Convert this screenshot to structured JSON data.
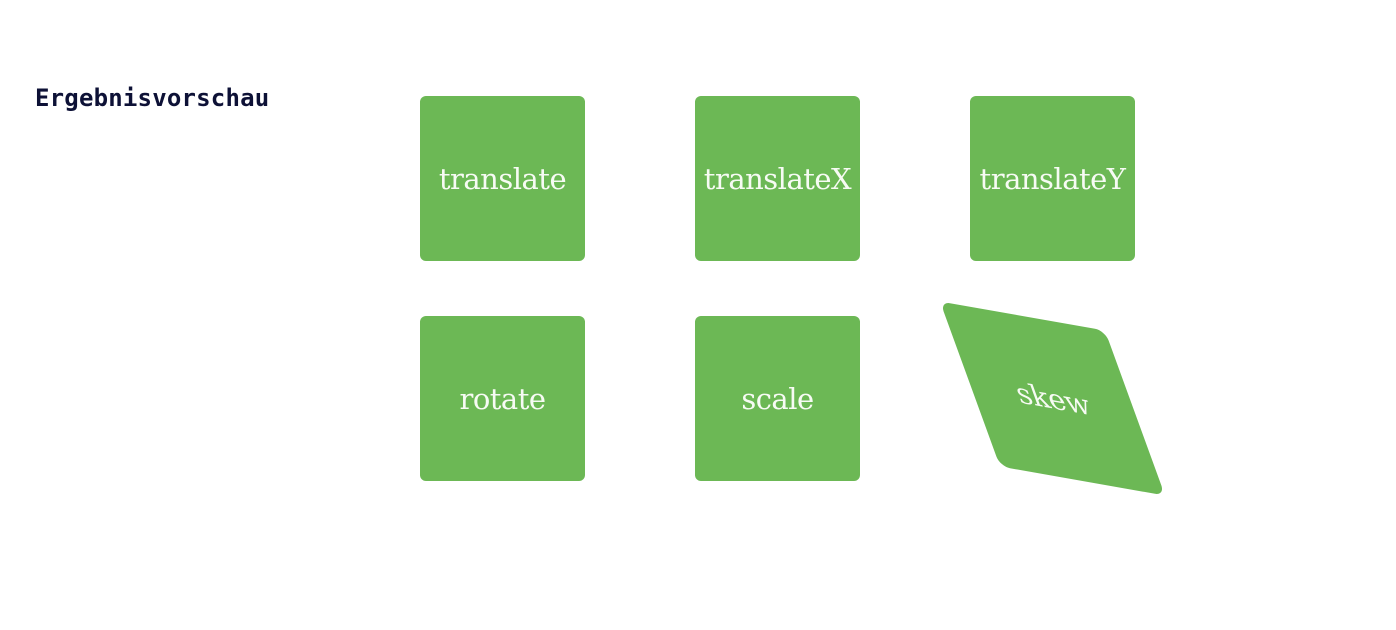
{
  "page": {
    "heading": "Ergebnisvorschau"
  },
  "colors": {
    "accent": "#6cb855"
  },
  "preview": {
    "boxes": [
      {
        "label": "translate"
      },
      {
        "label": "translateX"
      },
      {
        "label": "translateY"
      },
      {
        "label": "rotate"
      },
      {
        "label": "scale"
      },
      {
        "label": "skew"
      }
    ]
  }
}
